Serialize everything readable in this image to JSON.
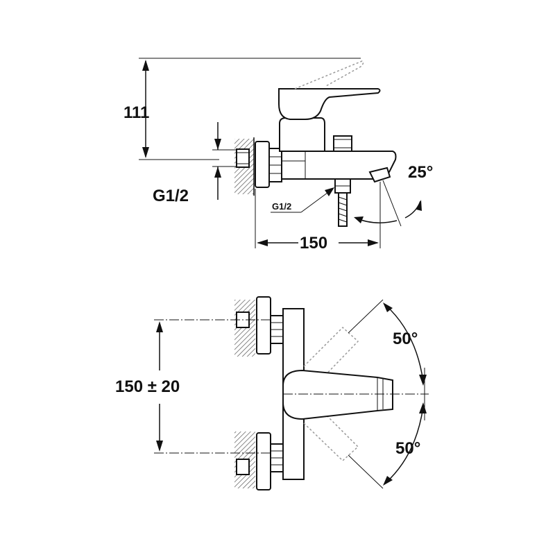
{
  "side_view": {
    "height_label": "111",
    "thread_label": "G1/2",
    "outlet_thread_label": "G1/2",
    "width_label": "150",
    "spout_angle_label": "25°"
  },
  "top_view": {
    "spacing_label": "150 ± 20",
    "upper_angle_label": "50°",
    "lower_angle_label": "50°"
  },
  "colors": {
    "line": "#111111",
    "hatch": "#555555",
    "ghost": "#999999"
  }
}
